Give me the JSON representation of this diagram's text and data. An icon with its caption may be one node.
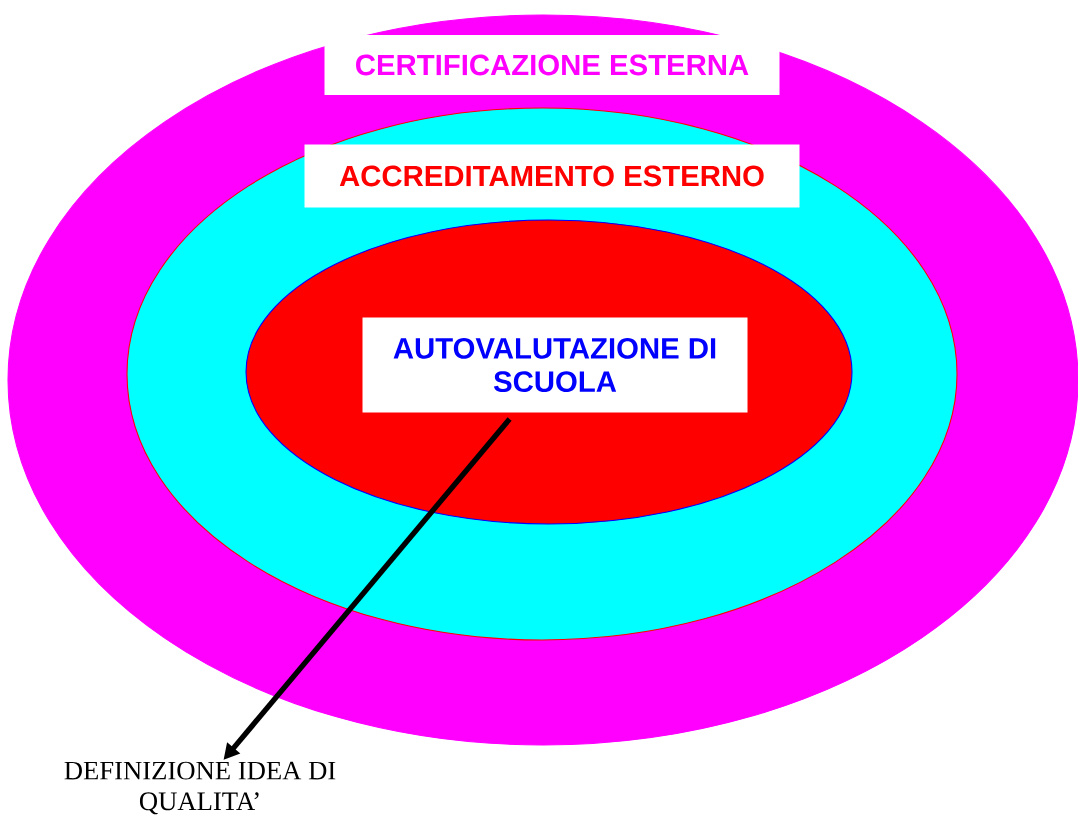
{
  "diagram": {
    "nodes": [
      {
        "text": [
          "CERTIFICAZIONE ESTERNA"
        ]
      },
      {
        "text": [
          "ACCREDITAMENTO ESTERNO"
        ],
        "in": 0
      },
      {
        "text": [
          "AUTOVALUTAZIONE DI SCUOLA"
        ],
        "in": 1
      },
      {
        "text": [
          "DEFINIZIONE IDEA DI QUALITA’"
        ]
      }
    ],
    "edges": [
      {
        "from": 2,
        "to": 3,
        "arrow": "to"
      }
    ]
  }
}
